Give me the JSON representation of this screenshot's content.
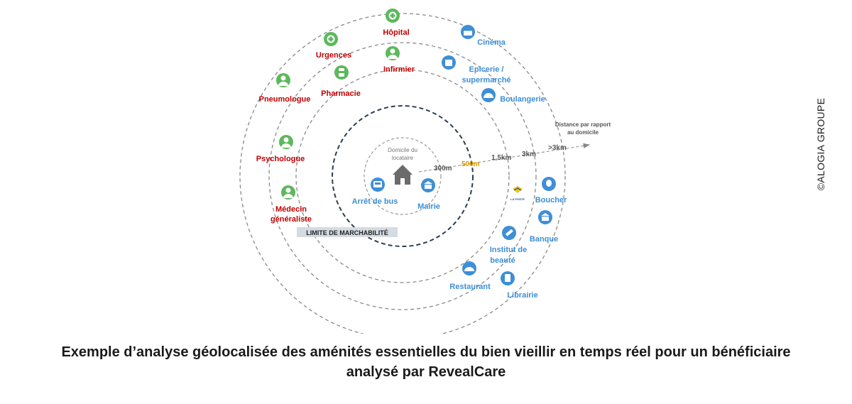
{
  "labels": {
    "hopital": "Hôpital",
    "urgences": "Urgences",
    "infirmier": "Infirmier",
    "pharmacie": "Pharmacie",
    "pneumologue": "Pneumologue",
    "psychologue": "Psychologue",
    "medecin_1": "Médecin",
    "medecin_2": "généraliste",
    "cinema": "Cinéma",
    "epicerie_1": "Epicerie /",
    "epicerie_2": "supermarché",
    "boulangerie": "Boulangerie",
    "boucher": "Boucher",
    "banque": "Banque",
    "institut_1": "Institut de",
    "institut_2": "beauté",
    "restaurant": "Restaurant",
    "librairie": "Librairie",
    "arret_bus": "Arrêt de bus",
    "mairie": "Mairie",
    "domicile_1": "Domicile du",
    "domicile_2": "locataire",
    "la_poste": "LA POSTE"
  },
  "distances": {
    "d300": "300m",
    "d500": "500m",
    "d1500": "1,5km",
    "d3k": "3km",
    "d3kplus": ">3km",
    "note_1": "Distance par rapport",
    "note_2": "au domicile"
  },
  "limit_label": "LIMITE DE MARCHABILITÉ",
  "caption": {
    "line1": "Exemple d’analyse géolocalisée des aménités essentielles du bien vieillir en temps réel pour un bénéficiaire",
    "line2": "analysé par RevealCare"
  },
  "copyright": "©ALOGIA GROUPE",
  "colors": {
    "health_red": "#c00000",
    "health_icon_green": "#5cb85c",
    "service_blue": "#3e8fd6",
    "ring_gray": "#8a8a8a",
    "walk_ring": "#2c3e50",
    "highlight_500": "#d49a00",
    "limit_bar": "#d5dbe3"
  },
  "icons": {
    "health": "medical-cross-icon",
    "services": "service-icon",
    "home": "house-icon",
    "post": "la-poste-logo"
  }
}
